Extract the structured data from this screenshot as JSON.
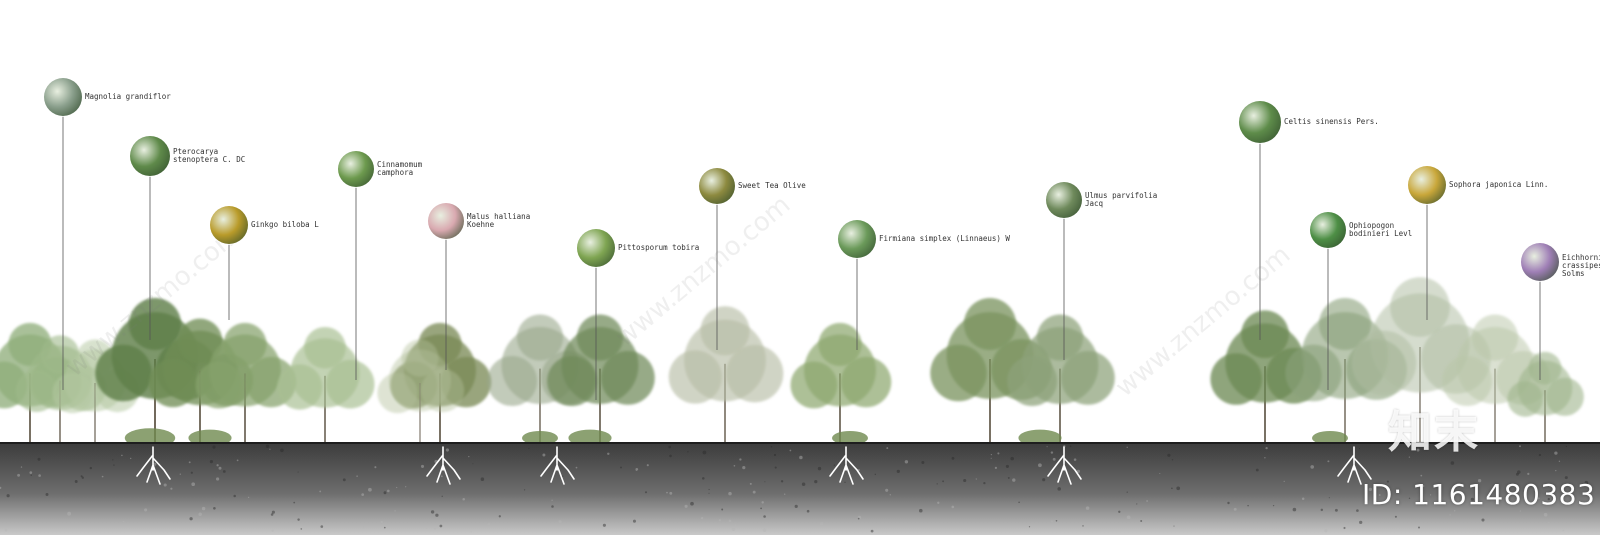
{
  "species": [
    {
      "label": "Magnolia grandiflor",
      "color": "#8a9f8c"
    },
    {
      "label": "Pterocarya\nstenoptera C. DC",
      "color": "#5f8a4a"
    },
    {
      "label": "Ginkgo biloba L",
      "color": "#b99b2a"
    },
    {
      "label": "Cinnamomum\ncamphora",
      "color": "#6d9a4e"
    },
    {
      "label": "Malus halliana\nKoehne",
      "color": "#d9a9b0"
    },
    {
      "label": "Pittosporum tobira",
      "color": "#7fa552"
    },
    {
      "label": "Sweet Tea Olive",
      "color": "#8d8a3f"
    },
    {
      "label": "Firmiana simplex (Linnaeus) W",
      "color": "#6b9a5a"
    },
    {
      "label": "Ulmus parvifolia\nJacq",
      "color": "#6f8a5c"
    },
    {
      "label": "Celtis sinensis Pers.",
      "color": "#5e8c4a"
    },
    {
      "label": "Ophiopogon\nbodinieri Levl",
      "color": "#4e8f46"
    },
    {
      "label": "Sophora japonica Linn.",
      "color": "#c9a73a"
    },
    {
      "label": "Eichhornia\ncrassipes  Solms",
      "color": "#9f7fb6"
    }
  ],
  "watermark": {
    "logo": "知末",
    "id": "ID: 1161480383",
    "diagonal": "www.znzmo.com"
  },
  "colors": {
    "ground": "#4a4a4a",
    "ground_light": "#9a9a9a",
    "leader": "#555555",
    "root": "#ffffff"
  }
}
